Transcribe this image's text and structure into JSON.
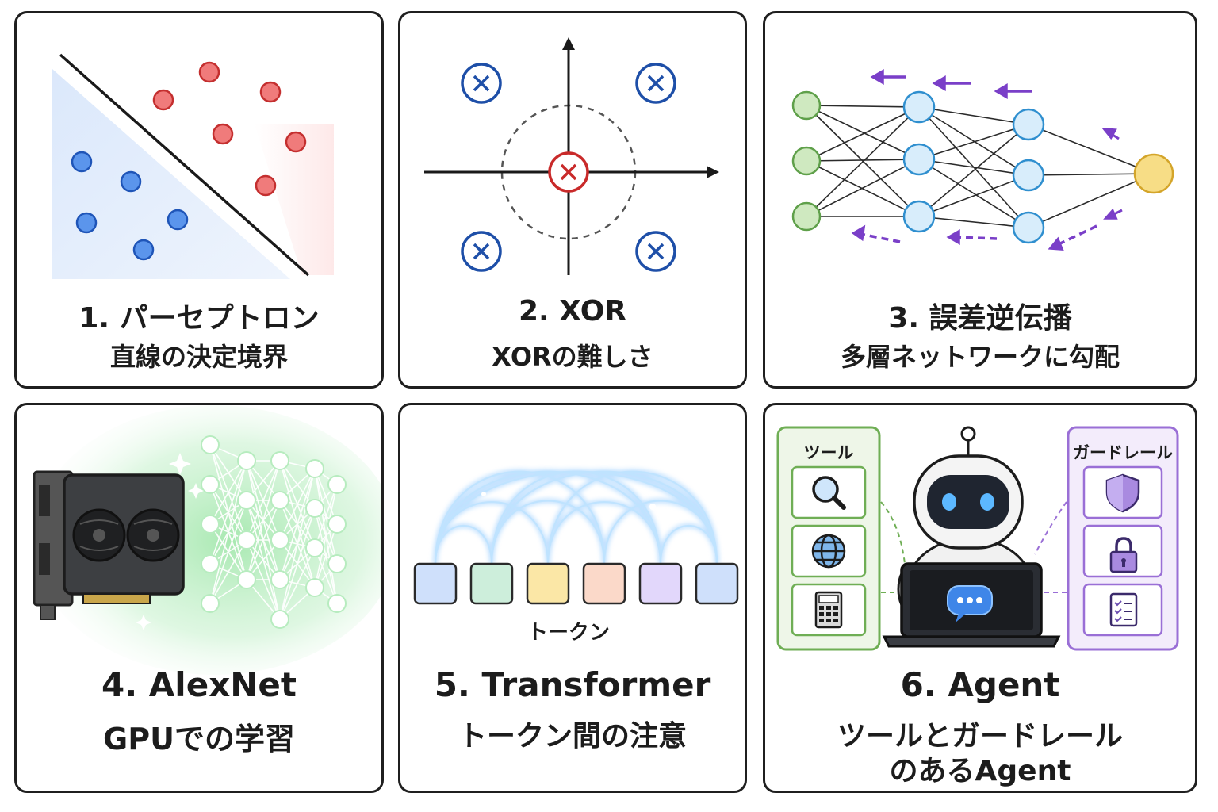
{
  "panels": [
    {
      "title": "1. パーセプトロン",
      "subtitle": "直線の決定境界"
    },
    {
      "title": "2. XOR",
      "subtitle": "XORの難しさ"
    },
    {
      "title": "3. 誤差逆伝播",
      "subtitle": "多層ネットワークに勾配"
    },
    {
      "title": "4. AlexNet",
      "subtitle": "GPUでの学習"
    },
    {
      "title": "5. Transformer",
      "subtitle": "トークン間の注意"
    },
    {
      "title": "6. Agent",
      "subtitle_line1": "ツールとガードレール",
      "subtitle_line2": "のあるAgent"
    }
  ],
  "tokens": {
    "label": "トークン"
  },
  "agent": {
    "tools_label": "ツール",
    "guardrails_label": "ガードレール"
  },
  "colors": {
    "red": "#d63a3a",
    "blue": "#2f6fd6",
    "green": "#7fbf6f",
    "node": "#d6ecfa",
    "output": "#f5d77a",
    "purple": "#8a4fd0"
  },
  "icons": {
    "xor_marks": "x-circle-icon",
    "tools": [
      "magnifier-icon",
      "globe-icon",
      "calculator-icon"
    ],
    "guardrails": [
      "shield-icon",
      "padlock-icon",
      "checklist-icon"
    ],
    "robot": "robot-icon",
    "laptop": "laptop-icon",
    "chat": "chat-bubble-icon",
    "gpu": "gpu-card-icon"
  }
}
